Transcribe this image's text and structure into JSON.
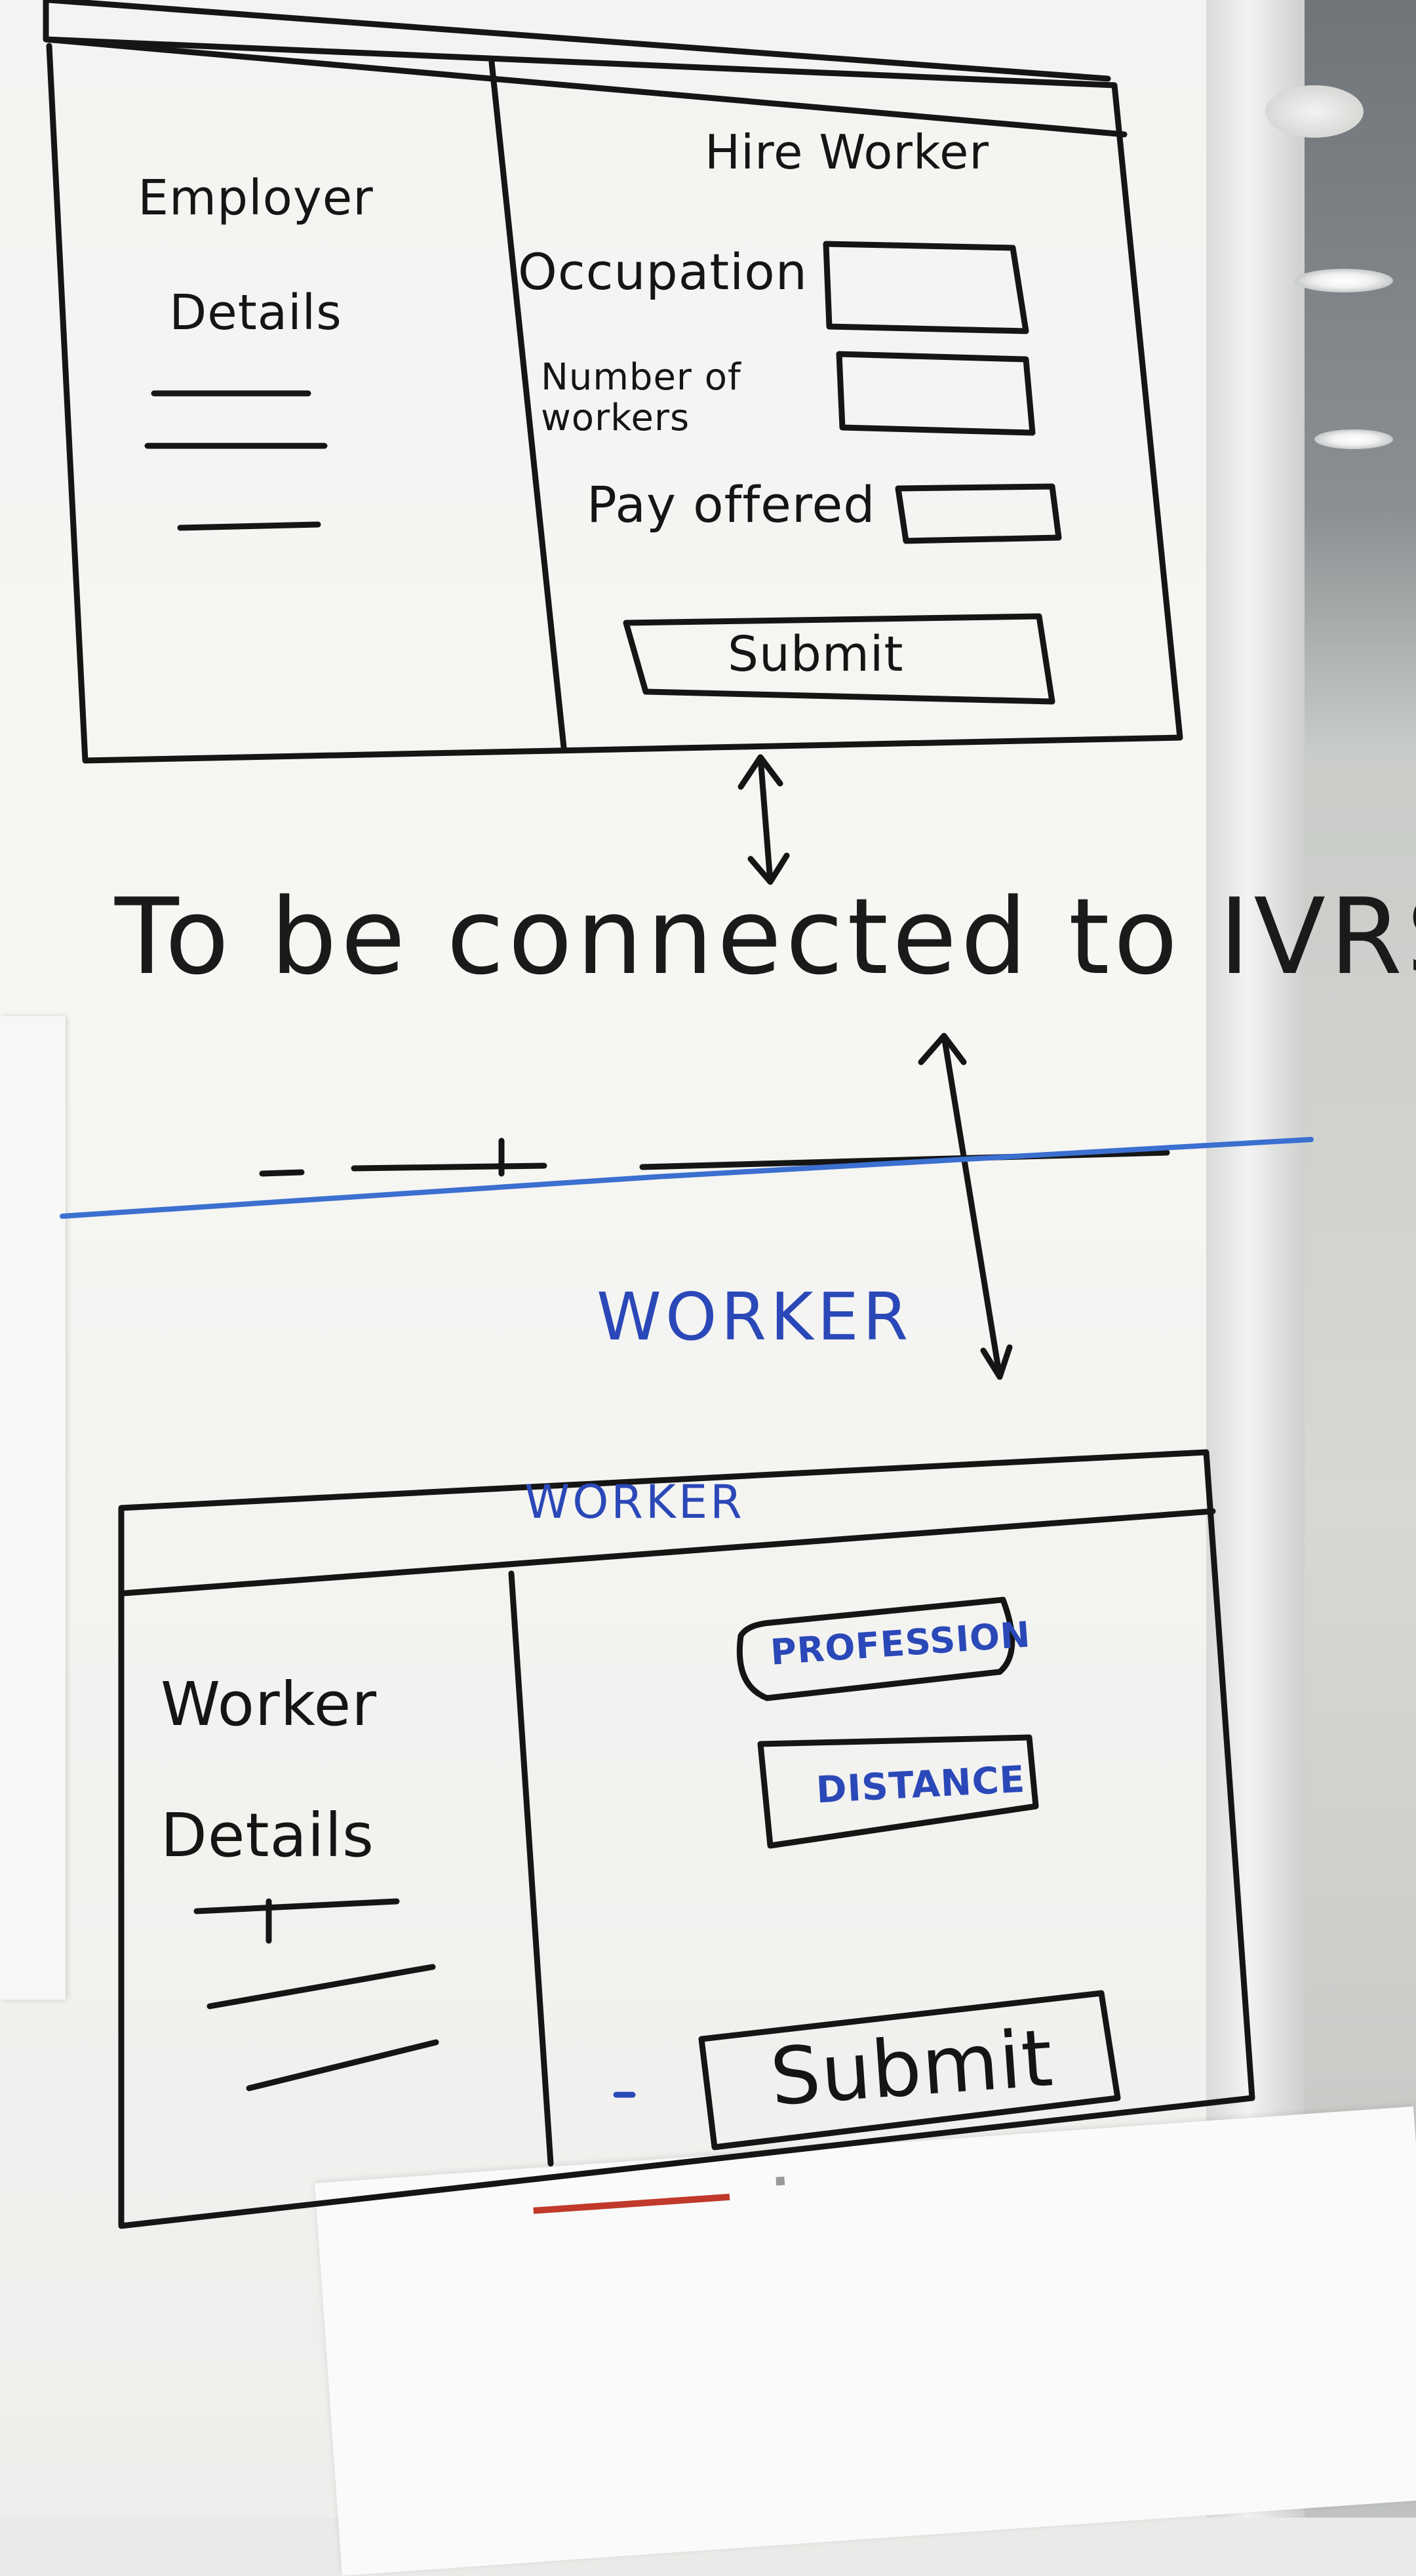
{
  "employer_wireframe": {
    "panel_title": "Hire Worker",
    "sidebar_title": "Employer Details",
    "fields": [
      {
        "label": "Occupation"
      },
      {
        "label": "Number of workers"
      },
      {
        "label": "Pay offered"
      }
    ],
    "submit_label": "Submit"
  },
  "connection_note": "To be connected to IVRS",
  "worker_section": {
    "section_heading": "WORKER",
    "window_title": "WORKER",
    "sidebar_title": "Worker Details",
    "options": [
      "PROFESSION",
      "DISTANCE"
    ],
    "submit_label": "Submit"
  },
  "colors": {
    "ink_black": "#151515",
    "ink_blue": "#2b48b8",
    "board": "#f3f4f1"
  }
}
